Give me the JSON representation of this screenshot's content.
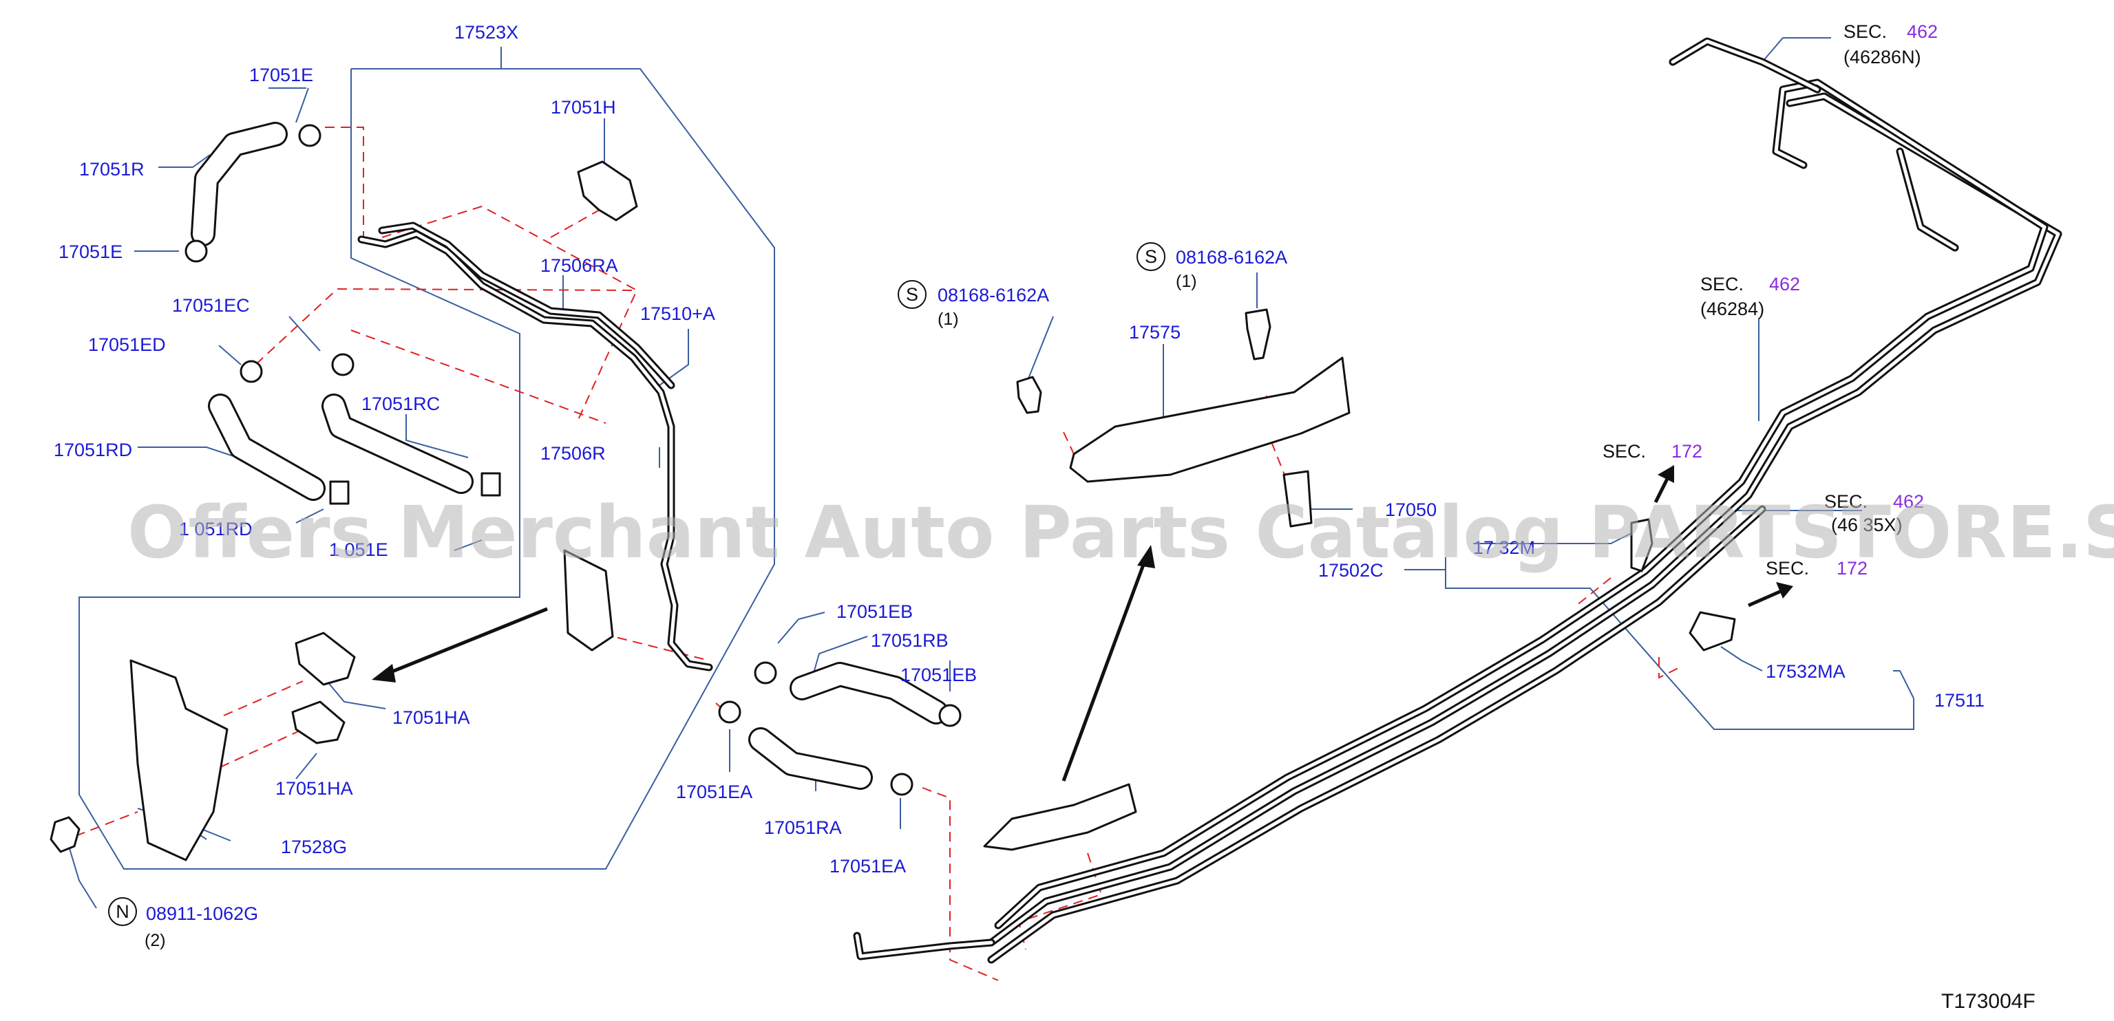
{
  "diagram_code": "T173004F",
  "watermark": "Offers Merchant Auto Parts Catalog PARTSTORE.SA",
  "colors": {
    "part_number": "#1a1ad6",
    "section_number": "#8a2be2",
    "leader": "#3a5fa0",
    "dashed_leader": "#e02020",
    "watermark": "#b4b4b4"
  },
  "labels": {
    "p17523X": "17523X",
    "p17051E_top": "17051E",
    "p17051R": "17051R",
    "p17051E_mid": "17051E",
    "p17051H": "17051H",
    "p17506RA": "17506RA",
    "p17510A": "17510+A",
    "p17051EC": "17051EC",
    "p17051ED": "17051ED",
    "p17051RC": "17051RC",
    "p17051RD": "17051RD",
    "p17506R": "17506R",
    "p17051RD_partial": "1 051RD",
    "p17051EE_partial": "1 051E",
    "p17051EB_a": "17051EB",
    "p17051RB": "17051RB",
    "p17051EB_b": "17051EB",
    "p17051HA_a": "17051HA",
    "p17051HA_b": "17051HA",
    "p17051EA_a": "17051EA",
    "p17051RA": "17051RA",
    "p17051EA_b": "17051EA",
    "p17528G": "17528G",
    "p08911": "08911-1062G",
    "p08168_a": "08168-6162A",
    "p08168_b": "08168-6162A",
    "p17575": "17575",
    "p17050_partial": "17050",
    "p17502C": "17502C",
    "p17532M_partial": "17 32M",
    "p17532MA": "17532MA",
    "p17511": "17511"
  },
  "qty": {
    "q_n": "(2)",
    "q_s1": "(1)",
    "q_s2": "(1)"
  },
  "markers": {
    "n": "N",
    "s1": "S",
    "s2": "S"
  },
  "sections": {
    "sec_label": "SEC.",
    "sec1_num": "462",
    "sec1_ref": "(46286N)",
    "sec2_num": "462",
    "sec2_ref": "(46284)",
    "sec3_num": "172",
    "sec4_num": "462",
    "sec4_ref": "(46 35X)",
    "sec5_num": "172"
  }
}
